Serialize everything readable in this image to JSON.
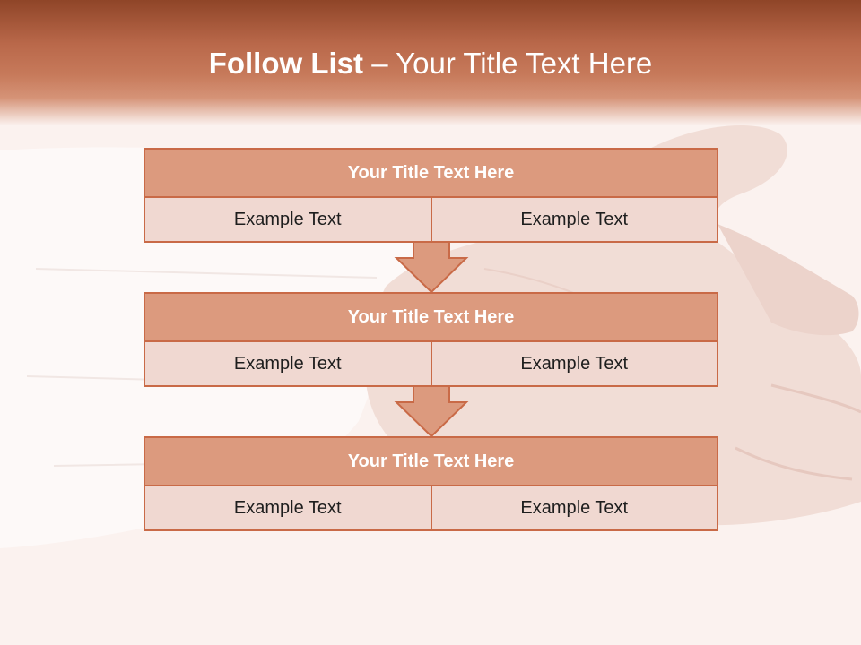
{
  "header": {
    "title_bold": "Follow List",
    "title_rest": " – Your Title Text Here"
  },
  "colors": {
    "header_dark": "#8f4528",
    "header_light": "#c77a5b",
    "block_title_fill": "#dc9a7e",
    "block_cell_fill": "#f0d8d1",
    "border": "#c96a47",
    "background": "#fbf2ef"
  },
  "blocks": [
    {
      "title": "Your Title Text Here",
      "cells": [
        "Example Text",
        "Example Text"
      ]
    },
    {
      "title": "Your Title Text Here",
      "cells": [
        "Example Text",
        "Example Text"
      ]
    },
    {
      "title": "Your Title Text Here",
      "cells": [
        "Example Text",
        "Example Text"
      ]
    }
  ],
  "connectors": [
    "down-arrow-icon",
    "down-arrow-icon"
  ]
}
